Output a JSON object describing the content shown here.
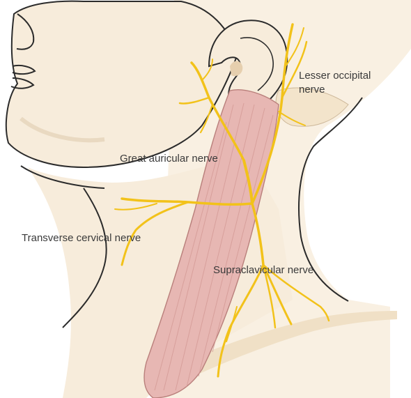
{
  "labels": {
    "lesser_occipital": [
      "Lesser occipital",
      "nerve"
    ],
    "great_auricular": "Great auricular nerve",
    "transverse_cervical": "Transverse cervical nerve",
    "supraclavicular": "Supraclavicular nerve"
  },
  "colors": {
    "skin": "#f7ecdb",
    "skin_shadow": "#eedfc8",
    "outline": "#2b2b2b",
    "muscle": "#e7b7b3",
    "muscle_dark": "#d99c98",
    "nerve": "#f2c21a",
    "label_text": "#3a3a3a"
  }
}
